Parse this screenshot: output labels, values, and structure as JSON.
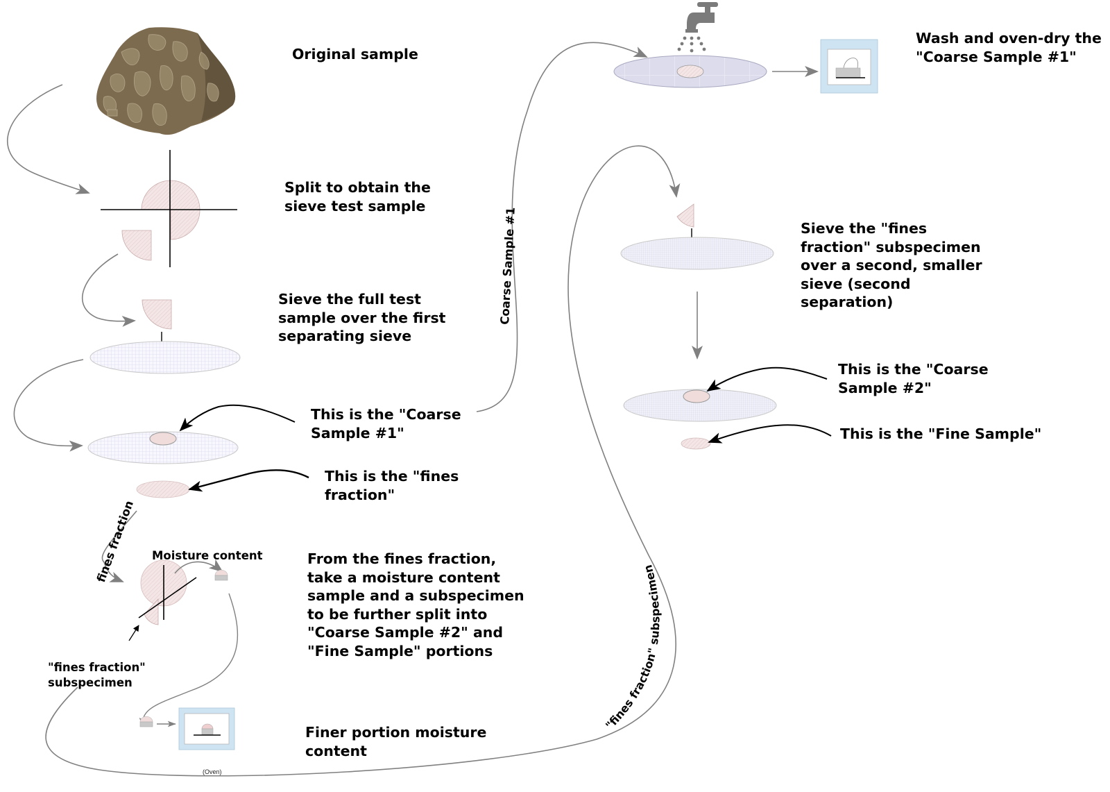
{
  "labels": {
    "original_sample": "Original sample",
    "split": "Split to obtain the\nsieve test sample",
    "sieve_full": "Sieve the full test\nsample over the first\nseparating sieve",
    "coarse1_callout": "This is the \"Coarse\nSample #1\"",
    "fines_callout": "This is the \"fines\nfraction\"",
    "moisture_content": "Moisture content",
    "from_fines": "From the fines fraction,\ntake a moisture content\nsample and a subspecimen\nto be further split into\n\"Coarse Sample #2\" and\n\"Fine Sample\" portions",
    "fines_subspecimen": "\"fines fraction\"\nsubspecimen",
    "finer_moisture": "Finer portion moisture\ncontent",
    "oven_caption": "(Oven)",
    "wash_dry": "Wash and oven-dry the\n\"Coarse Sample #1\"",
    "sieve_second": "Sieve the \"fines\nfraction\" subspecimen\nover a second, smaller\nsieve (second\nseparation)",
    "coarse2_callout": "This is the \"Coarse\nSample #2\"",
    "fine_sample_callout": "This is the \"Fine Sample\""
  },
  "path_labels": {
    "fines_fraction": "fines fraction",
    "coarse_sample_1": "Coarse Sample #1",
    "fines_fraction_subspecimen": "\"fines fraction\" subspecimen"
  },
  "icons": [
    "rock-icon",
    "faucet-icon",
    "water-drops-icon",
    "oven-icon",
    "moisture-tin-icon",
    "sieve-icon",
    "sample-pile-icon"
  ],
  "colors": {
    "flow_arrow": "#808080",
    "callout_arrow": "#000000",
    "sample_fill": "#f3e4e4",
    "sieve_fill": "#f1f1fb",
    "wash_sieve_fill": "#dcdced",
    "oven_frame": "#cfe4f2",
    "rock_base": "#7d6b4f"
  }
}
